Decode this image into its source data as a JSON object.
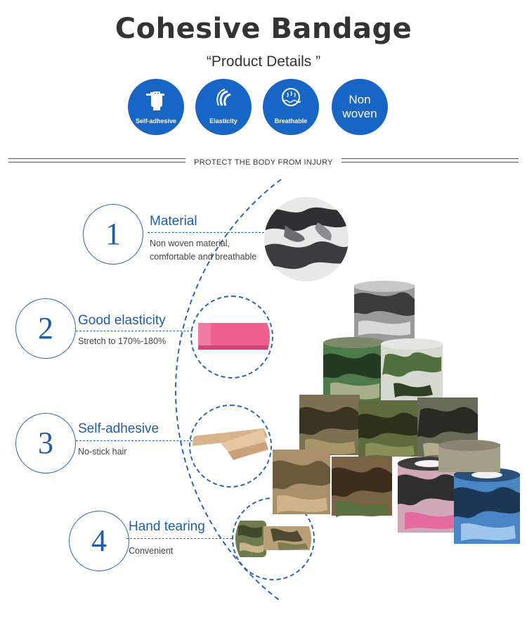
{
  "header": {
    "title": "Cohesive Bandage",
    "subtitle": "“Product Details ”"
  },
  "badges": [
    {
      "label": "Self-adhesive",
      "icon": "fist-grip-icon"
    },
    {
      "label": "Elasticity",
      "icon": "stretch-wave-icon"
    },
    {
      "label": "Breathable",
      "icon": "breathable-icon"
    },
    {
      "label": "Non\nwoven",
      "icon": ""
    }
  ],
  "divider": {
    "text": "PROTECT THE BODY FROM INJURY"
  },
  "features": [
    {
      "number": "1",
      "title": "Material",
      "desc_line1": "Non woven material,",
      "desc_line2": "comfortable and breathable"
    },
    {
      "number": "2",
      "title": "Good elasticity",
      "desc_line1": "Stretch to 170%-180%"
    },
    {
      "number": "3",
      "title": "Self-adhesive",
      "desc_line1": "No-stick hair"
    },
    {
      "number": "4",
      "title": "Hand tearing",
      "desc_line1": "Convenient"
    }
  ],
  "colors": {
    "brand_blue": "#1766c6",
    "text_blue": "#1f5ca9",
    "arc_blue": "#2a66b4"
  }
}
